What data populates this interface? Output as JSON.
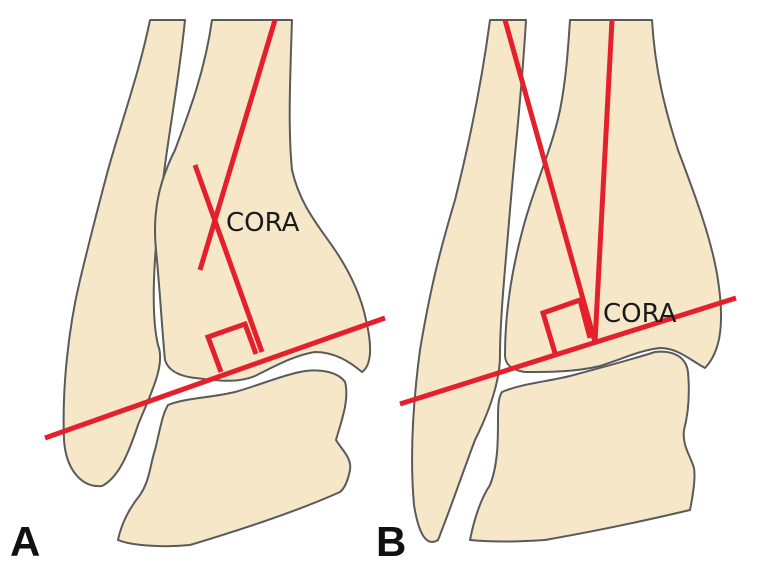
{
  "panels": [
    {
      "label": "A",
      "annotation": "CORA"
    },
    {
      "label": "B",
      "annotation": "CORA"
    }
  ],
  "colors": {
    "bone": "#f6e7c9",
    "outline": "#5a5a5a",
    "line": "#e3202b"
  }
}
